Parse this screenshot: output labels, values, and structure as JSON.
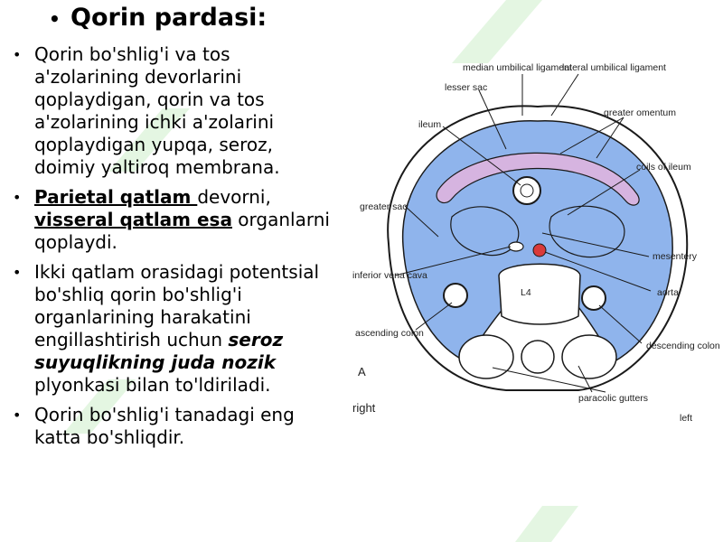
{
  "title": "Qorin pardasi:",
  "bullets": {
    "b1": "Qorin bo'shlig'i va tos a'zolarining devorlarini qoplaydigan, qorin va tos a'zolarining ichki a'zolarini qoplaydigan yupqa, seroz, doimiy yaltiroq membrana.",
    "b2_term1": "Parietal qatlam ",
    "b2_text1": "devorni, ",
    "b2_term2": "visseral qatlam esa",
    "b2_text2": " organlarni qoplaydi.",
    "b3_text1": "Ikki qatlam orasidagi potentsial bo'shliq qorin bo'shlig'i organlarining harakatini engillashtirish uchun ",
    "b3_term": "seroz suyuqlikning juda nozik",
    "b3_text2": " plyonkasi bilan to'ldiriladi.",
    "b4": "Qorin bo'shlig'i tanadagi eng katta bo'shliqdir."
  },
  "diagram": {
    "labels": {
      "median_umbilical": "median umbilical ligament",
      "lateral_umbilical": "lateral umbilical ligament",
      "lesser_sac": "lesser sac",
      "greater_omentum": "greater omentum",
      "ileum": "ileum",
      "coils_of_ileum": "coils of ileum",
      "greater_sac": "greater sac",
      "mesentery": "mesentery",
      "inferior_vena_cava": "inferior vena cava",
      "aorta": "aorta",
      "ascending_colon": "ascending colon",
      "descending_colon": "descending colon",
      "paracolic_gutters": "paracolic gutters",
      "vertebra": "L4",
      "panel": "A",
      "right": "right",
      "left": "left"
    },
    "colors": {
      "cavity": "#8fb4ec",
      "omentum": "#d6b4e0",
      "aorta": "#d93a3a",
      "outline": "#1a1a1a"
    }
  }
}
